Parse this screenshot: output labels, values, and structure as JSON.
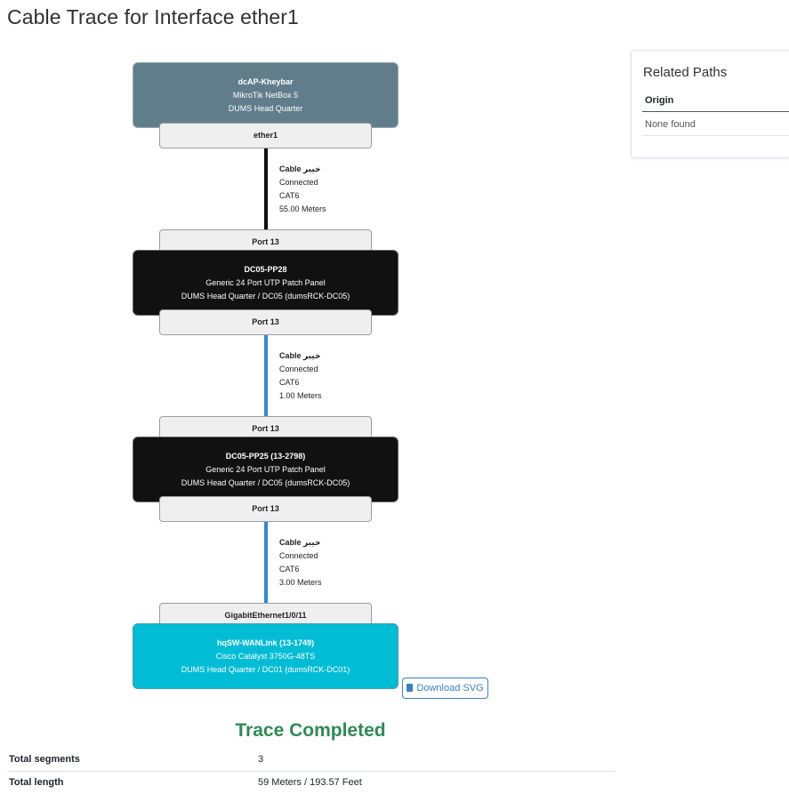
{
  "page": {
    "title": "Cable Trace for Interface ether1"
  },
  "trace": {
    "nodes": [
      {
        "name": "dcAP-Kheybar",
        "type": "MikroTik NetBox 5",
        "location": "DUMS Head Quarter",
        "color": "#607d8b"
      },
      {
        "name": "DC05-PP28",
        "type": "Generic 24 Port UTP Patch Panel",
        "location": "DUMS Head Quarter / DC05 (dumsRCK-DC05)",
        "color": "#111111"
      },
      {
        "name": "DC05-PP25 (13-2798)",
        "type": "Generic 24 Port UTP Patch Panel",
        "location": "DUMS Head Quarter / DC05 (dumsRCK-DC05)",
        "color": "#111111"
      },
      {
        "name": "hqSW-WANLink (13-1749)",
        "type": "Cisco Catalyst 3750G-48TS",
        "location": "DUMS Head Quarter / DC01 (dumsRCK-DC01)",
        "color": "#00bcd4"
      }
    ],
    "terminations": [
      "ether1",
      "Port 13",
      "Port 13",
      "Port 13",
      "Port 13",
      "GigabitEthernet1/0/11"
    ],
    "cables": [
      {
        "title": "Cable خیبر",
        "status": "Connected",
        "type": "CAT6",
        "length": "55.00 Meters",
        "color": "#111111"
      },
      {
        "title": "Cable خیبر",
        "status": "Connected",
        "type": "CAT6",
        "length": "1.00 Meters",
        "color": "#2f8ad7"
      },
      {
        "title": "Cable خیبر",
        "status": "Connected",
        "type": "CAT6",
        "length": "3.00 Meters",
        "color": "#2f8ad7"
      }
    ]
  },
  "download_button": {
    "label": "Download SVG"
  },
  "status": {
    "text": "Trace Completed",
    "color": "#2f8a55"
  },
  "summary": [
    {
      "label": "Total segments",
      "value": "3"
    },
    {
      "label": "Total length",
      "value": "59 Meters / 193.57 Feet"
    }
  ],
  "related_paths": {
    "title": "Related Paths",
    "column": "Origin",
    "empty_text": "None found"
  }
}
